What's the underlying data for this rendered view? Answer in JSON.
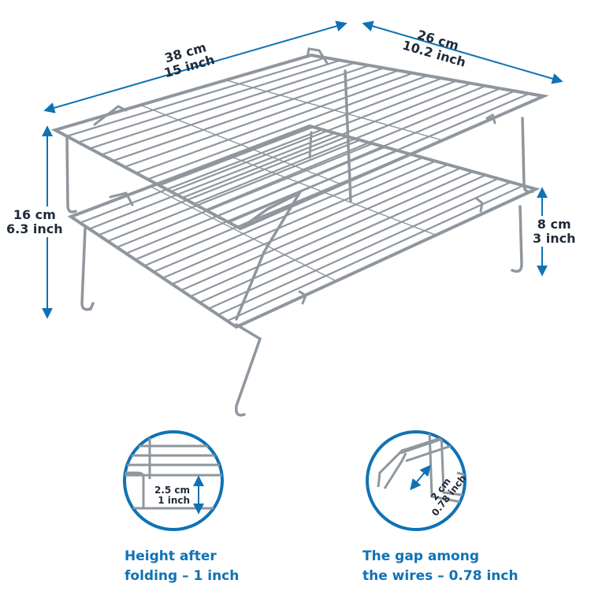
{
  "dimensions": {
    "length": {
      "metric": "38 cm",
      "imperial": "15 inch"
    },
    "width": {
      "metric": "26 cm",
      "imperial": "10.2 inch"
    },
    "height": {
      "metric": "16 cm",
      "imperial": "6.3 inch"
    },
    "tier_gap": {
      "metric": "8 cm",
      "imperial": "3 inch"
    }
  },
  "details": {
    "folded": {
      "metric": "2.5 cm",
      "imperial": "1 inch",
      "caption_line1": "Height after",
      "caption_line2": "folding – 1 inch"
    },
    "wire_gap": {
      "metric": "2 cm",
      "imperial": "0.78 inch",
      "caption_line1": "The gap among",
      "caption_line2": "the wires – 0.78 inch"
    }
  },
  "colors": {
    "accent_blue": "#0f72b5",
    "text_dark": "#1f2a3a",
    "steel": "#8f969d",
    "steel_light": "#c9ced3"
  }
}
